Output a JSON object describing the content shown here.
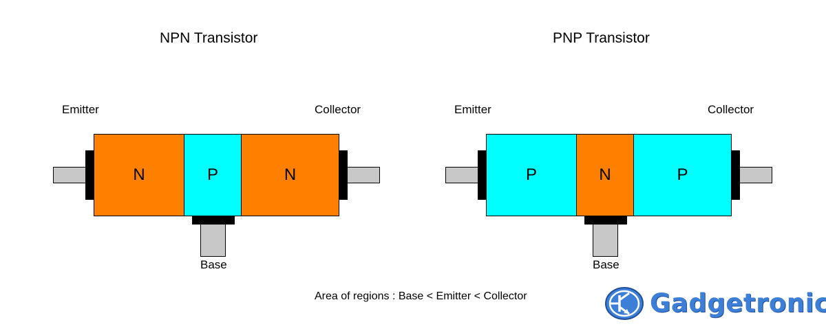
{
  "colors": {
    "n_region": "#ff8000",
    "p_region": "#00ffff",
    "lead": "#c8c8c8",
    "contact": "#000000",
    "logo": "#3d7fd6"
  },
  "npn": {
    "title": "NPN Transistor",
    "emitter_label": "Emitter",
    "collector_label": "Collector",
    "base_label": "Base",
    "regions": [
      "N",
      "P",
      "N"
    ]
  },
  "pnp": {
    "title": "PNP Transistor",
    "emitter_label": "Emitter",
    "collector_label": "Collector",
    "base_label": "Base",
    "regions": [
      "P",
      "N",
      "P"
    ]
  },
  "caption": "Area of regions : Base < Emitter < Collector",
  "logo": {
    "text": "Gadgetronicx",
    "icon": "transistor-symbol-icon"
  }
}
